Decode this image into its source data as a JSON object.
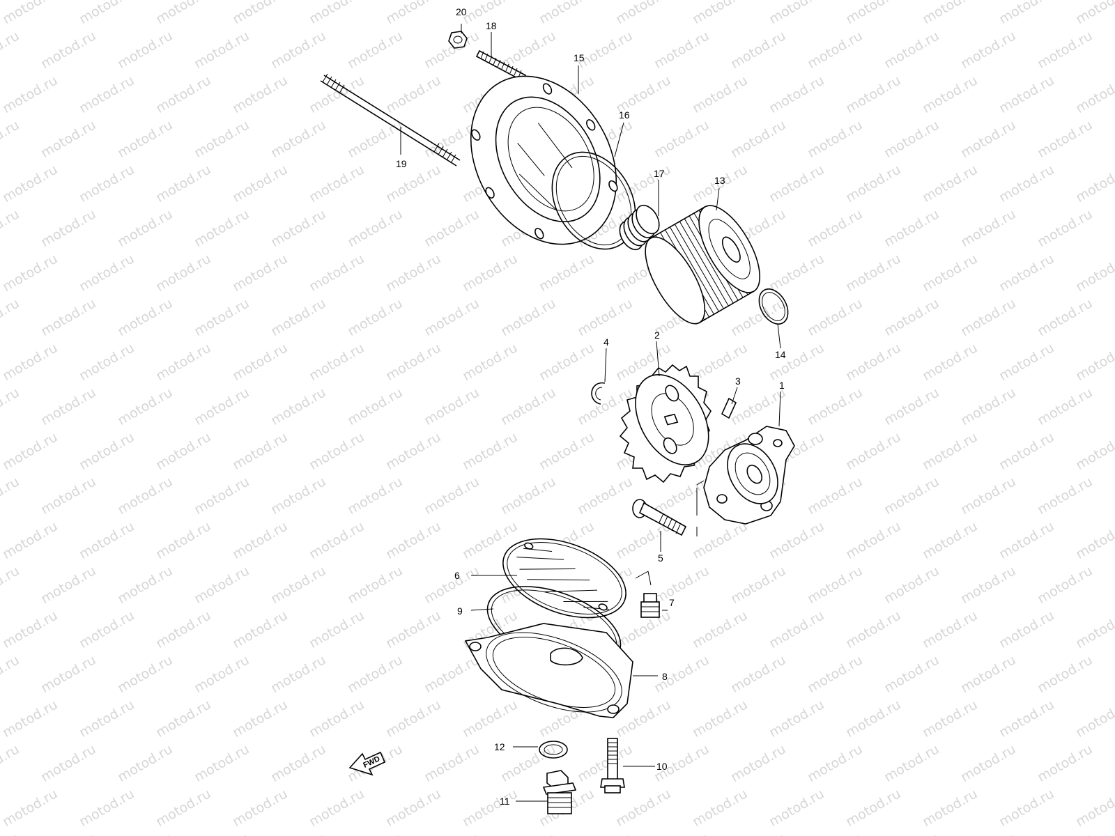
{
  "watermark": {
    "text": "motod.ru"
  },
  "fwd_label": "FWD",
  "callouts": {
    "c1": "1",
    "c2": "2",
    "c3": "3",
    "c4": "4",
    "c5": "5",
    "c6": "6",
    "c7": "7",
    "c8": "8",
    "c9": "9",
    "c10": "10",
    "c11": "11",
    "c12": "12",
    "c13": "13",
    "c14": "14",
    "c15": "15",
    "c16": "16",
    "c17": "17",
    "c18": "18",
    "c19": "19",
    "c20": "20"
  },
  "colors": {
    "line": "#000000",
    "watermark": "#d6d6d6",
    "background": "#ffffff"
  }
}
